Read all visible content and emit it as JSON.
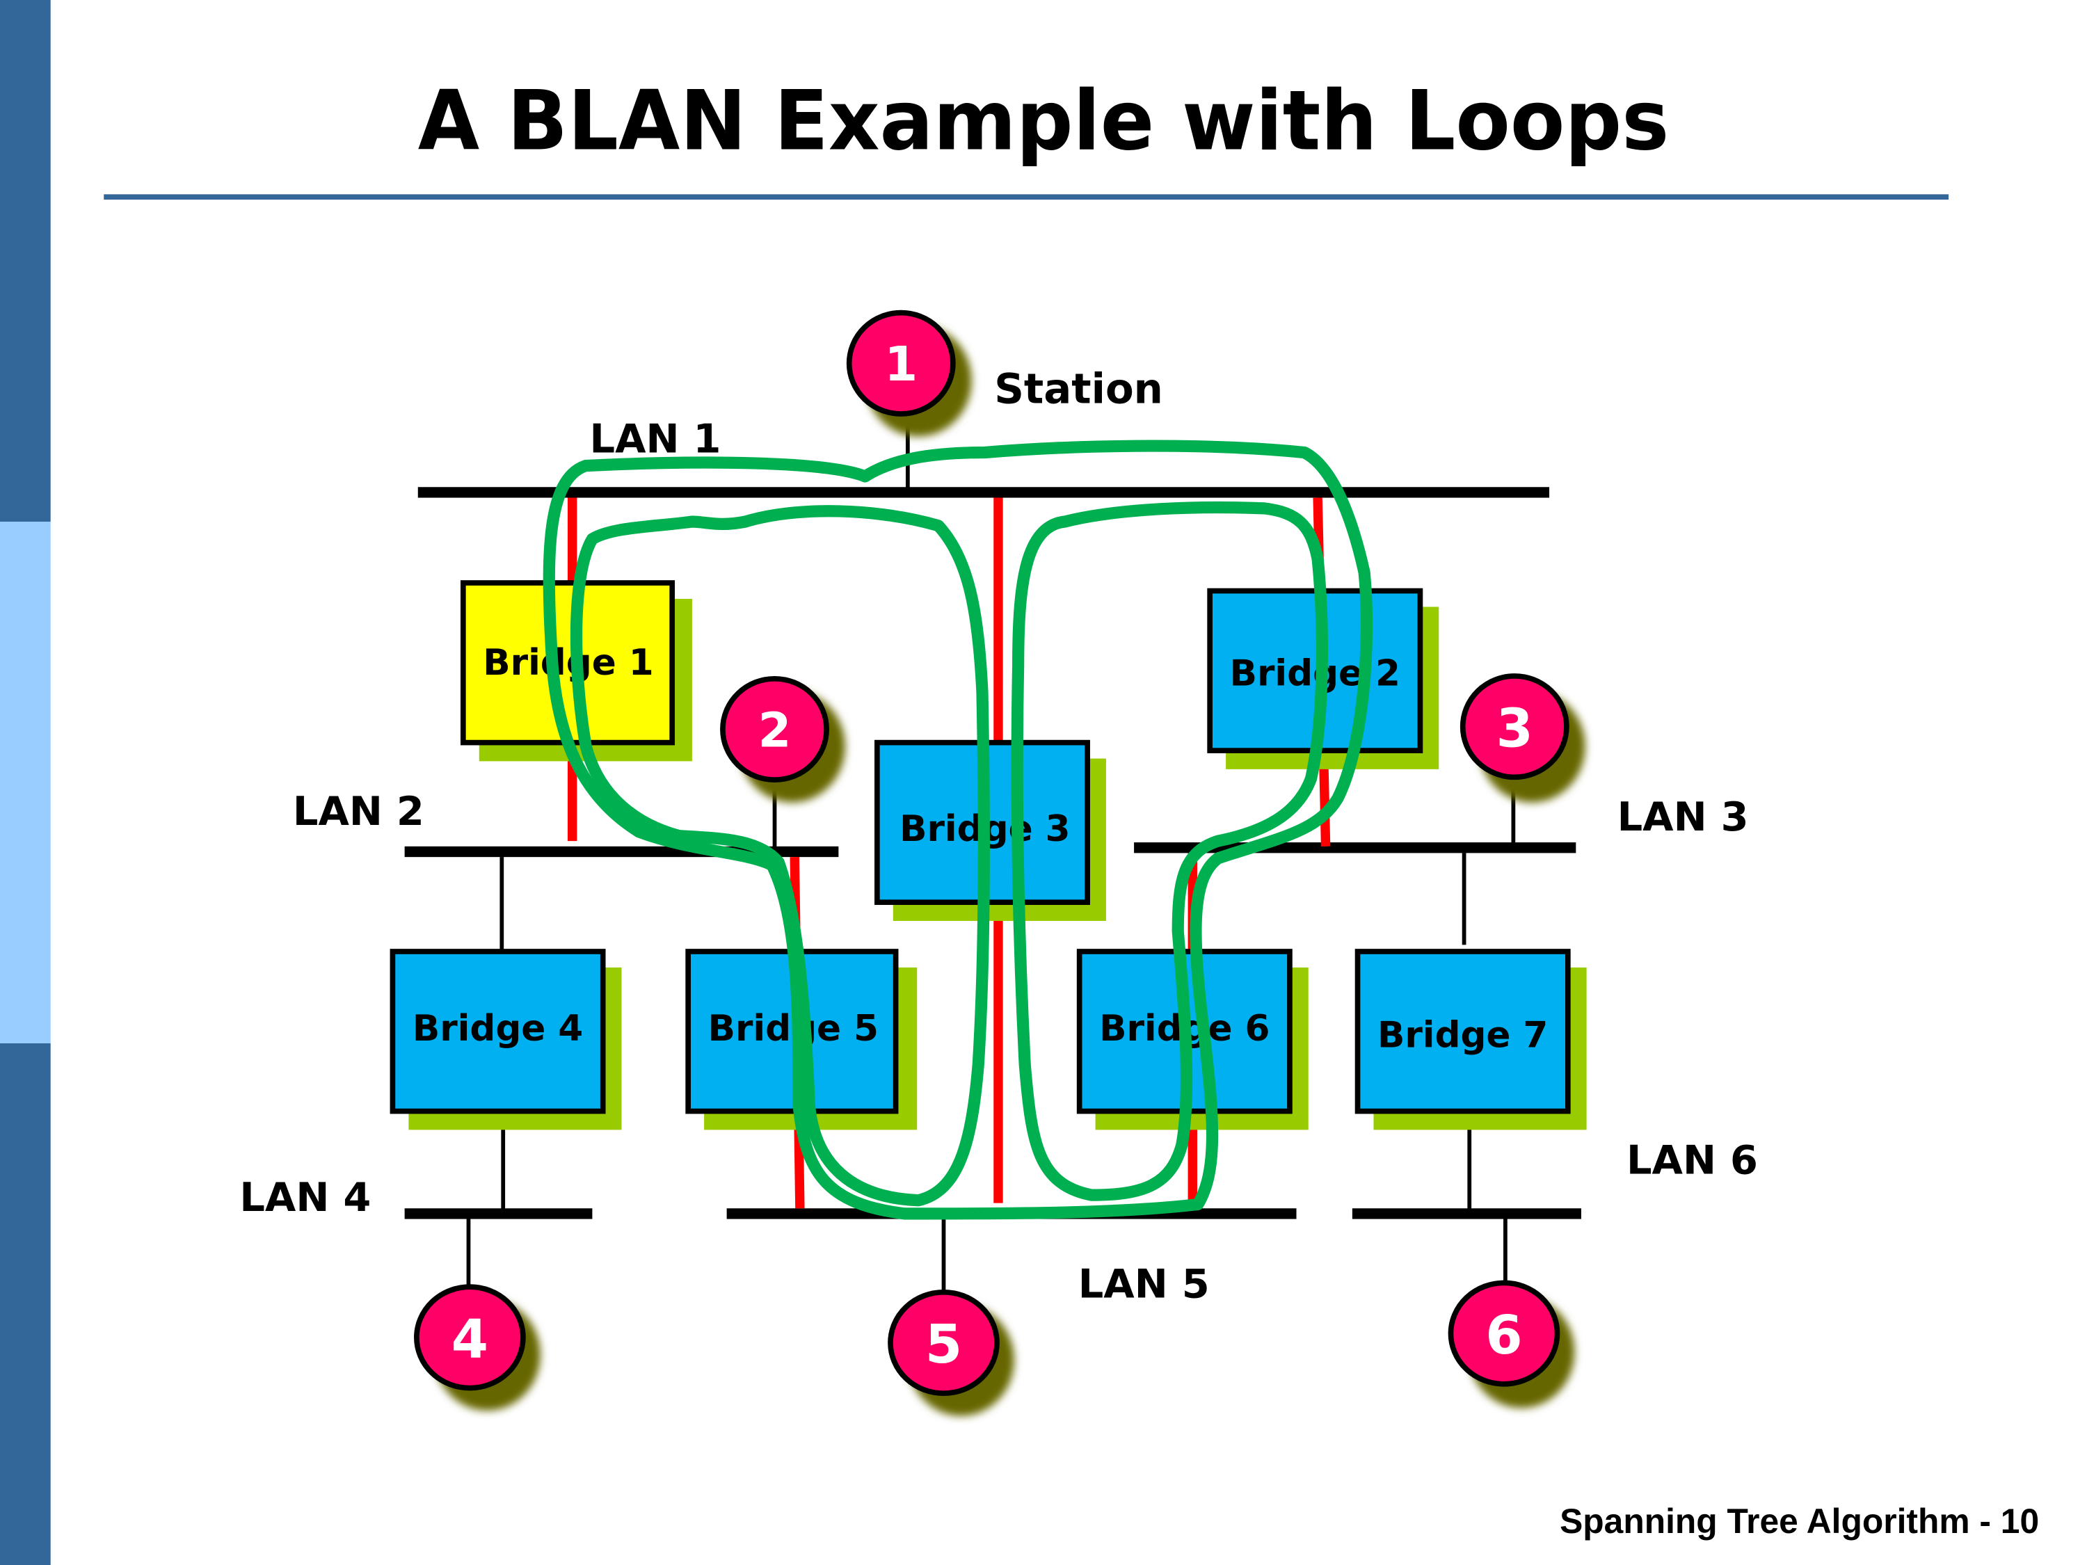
{
  "slide": {
    "title": "A BLAN Example with Loops",
    "footer": "Spanning Tree Algorithm - 10"
  },
  "colors": {
    "sidebar_dark": "#336699",
    "sidebar_light": "#99ccff",
    "rule": "#3a6aa0",
    "root_bridge": "#ffff00",
    "bridge": "#00b0f0",
    "bridge_shadow": "#99cc00",
    "station": "#ff0066",
    "station_shadow": "#666600",
    "active_port": "#ff0000",
    "loop_annotation": "#00b050"
  },
  "diagram": {
    "station_caption": "Station",
    "lans": [
      {
        "id": "lan1",
        "label": "LAN 1"
      },
      {
        "id": "lan2",
        "label": "LAN 2"
      },
      {
        "id": "lan3",
        "label": "LAN 3"
      },
      {
        "id": "lan4",
        "label": "LAN 4"
      },
      {
        "id": "lan5",
        "label": "LAN 5"
      },
      {
        "id": "lan6",
        "label": "LAN 6"
      }
    ],
    "bridges": [
      {
        "id": "b1",
        "label": "Bridge 1",
        "root": true
      },
      {
        "id": "b2",
        "label": "Bridge 2"
      },
      {
        "id": "b3",
        "label": "Bridge 3"
      },
      {
        "id": "b4",
        "label": "Bridge 4"
      },
      {
        "id": "b5",
        "label": "Bridge 5"
      },
      {
        "id": "b6",
        "label": "Bridge 6"
      },
      {
        "id": "b7",
        "label": "Bridge 7"
      }
    ],
    "stations": [
      {
        "id": "s1",
        "label": "1",
        "lan": "LAN 1"
      },
      {
        "id": "s2",
        "label": "2",
        "lan": "LAN 2"
      },
      {
        "id": "s3",
        "label": "3",
        "lan": "LAN 3"
      },
      {
        "id": "s4",
        "label": "4",
        "lan": "LAN 4"
      },
      {
        "id": "s5",
        "label": "5",
        "lan": "LAN 5"
      },
      {
        "id": "s6",
        "label": "6",
        "lan": "LAN 6"
      }
    ]
  }
}
